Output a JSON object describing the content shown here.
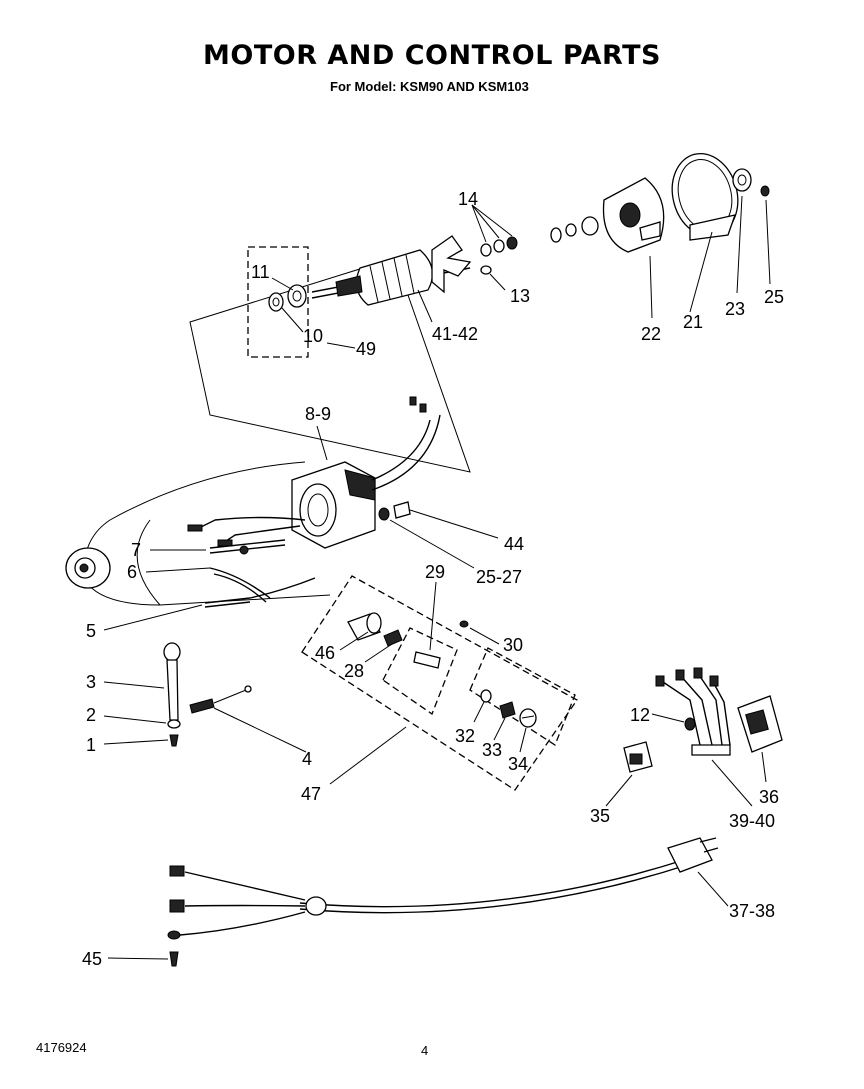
{
  "header": {
    "title": "MOTOR AND CONTROL PARTS",
    "subtitle": "For Model: KSM90 AND KSM103"
  },
  "callouts": [
    "14",
    "11",
    "13",
    "10",
    "49",
    "41-42",
    "22",
    "21",
    "23",
    "25",
    "8-9",
    "44",
    "7",
    "25-27",
    "6",
    "29",
    "5",
    "30",
    "46",
    "28",
    "3",
    "12",
    "2",
    "32",
    "33",
    "34",
    "1",
    "4",
    "36",
    "47",
    "35",
    "39-40",
    "37-38",
    "45"
  ],
  "footer": {
    "doc_number": "4176924",
    "page_number": "4"
  }
}
